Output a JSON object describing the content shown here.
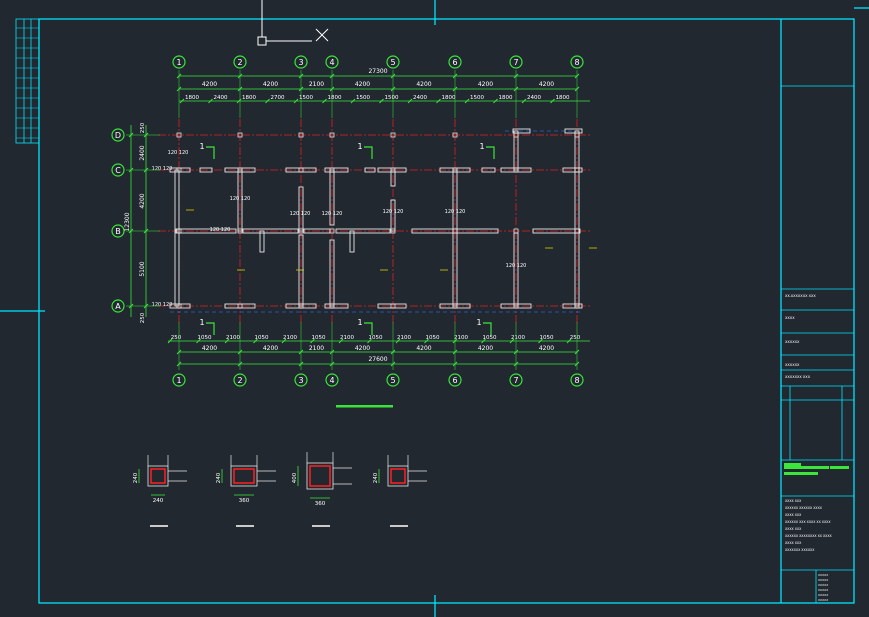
{
  "colors": {
    "background": "#212830",
    "frame": "#00e5ff",
    "axis_line": "#e02020",
    "wall": "#e8e8e8",
    "dimension": "#39e639",
    "dimension_text": "#ffffff",
    "bubble": "#39e639",
    "column_red": "#ff2020",
    "yellow": "#d8d000"
  },
  "cursor": {
    "icon": "crosshair-cursor-icon"
  },
  "axes": {
    "vertical": [
      "1",
      "2",
      "3",
      "4",
      "5",
      "6",
      "7",
      "8"
    ],
    "horizontal": [
      "D",
      "C",
      "B",
      "A"
    ]
  },
  "dims": {
    "top_total": "27300",
    "top_bays": [
      "4200",
      "4200",
      "2100",
      "4200",
      "4200",
      "4200",
      "4200"
    ],
    "top_detail": [
      "1800",
      "2400",
      "1800",
      "2700",
      "1500",
      "1800",
      "1500",
      "1500",
      "2400",
      "1800",
      "1500",
      "1800",
      "2400",
      "1800"
    ],
    "bottom_total": "27600",
    "bottom_bays": [
      "4200",
      "4200",
      "2100",
      "4200",
      "4200",
      "4200",
      "4200"
    ],
    "bottom_detail": [
      "250",
      "1050",
      "2100",
      "1050",
      "2100",
      "1050",
      "2100",
      "1050",
      "2100",
      "1050",
      "2100",
      "1050",
      "2100",
      "1050",
      "250"
    ],
    "left_total": "12300",
    "left_parts": [
      "2400",
      "4200",
      "5100"
    ],
    "left_edges": [
      "250",
      "250"
    ],
    "col_labels": [
      "120",
      "120",
      "120",
      "120",
      "120",
      "120",
      "120",
      "120",
      "120",
      "120"
    ],
    "section_mark": "1"
  },
  "sections": [
    {
      "height": "240",
      "width": "240"
    },
    {
      "height": "240",
      "width": "360"
    },
    {
      "height": "400",
      "width": "360"
    },
    {
      "height": "240",
      "width": ""
    }
  ],
  "title_block": {
    "rows": [
      "XX-XXXXXXX XXX",
      "XXXX",
      "XXXXXX",
      "XXXXXX",
      "XXXXXXX XXX"
    ],
    "notes": [
      "XXXX XXX",
      "XXXXXX XXXXXX XXXX",
      "XXXX XXX",
      "XXXXXX XXX XXXX XX XXXX",
      "XXXX XXX",
      "XXXXXX XXXXXXXX XX XXXX",
      "XXXX XXX",
      "XXXXXXX XXXXXX"
    ]
  }
}
